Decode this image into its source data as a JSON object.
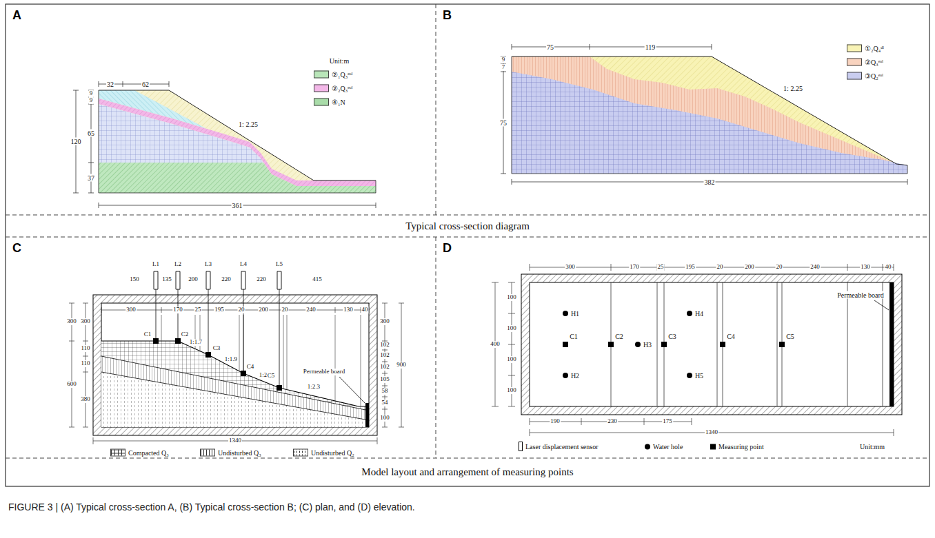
{
  "diagram": {
    "caption": "FIGURE 3 | (A) Typical cross-section A, (B) Typical cross-section B; (C) plan, and (D) elevation.",
    "nodes": [
      {
        "text": [
          "A"
        ]
      },
      {
        "text": [
          "B"
        ]
      },
      {
        "text": [
          "C"
        ]
      },
      {
        "text": [
          "D"
        ]
      }
    ],
    "labels": [
      "Unit:m",
      "32",
      "62",
      "9",
      "9",
      "120",
      "65",
      "37",
      "361",
      "1: 2.25",
      "75",
      "119",
      "9",
      "7",
      "75",
      "382",
      "1: 2.25",
      "L1",
      "L2",
      "L3",
      "L4",
      "L5",
      "150",
      "135",
      "200",
      "220",
      "220",
      "415",
      "300",
      "170",
      "25",
      "195",
      "20",
      "200",
      "20",
      "240",
      "130",
      "40",
      "300",
      "600",
      "300",
      "110",
      "110",
      "380",
      "300",
      "102",
      "102",
      "102",
      "105",
      "58",
      "54",
      "100",
      "900",
      "1:1.7",
      "1:1.9",
      "1:2.0",
      "1:2.3",
      "C1",
      "C2",
      "C3",
      "C4",
      "C5",
      "Permeable board",
      "1340",
      "300",
      "170",
      "25",
      "195",
      "20",
      "200",
      "20",
      "240",
      "130",
      "40",
      "100",
      "100",
      "100",
      "100",
      "400",
      "H1",
      "H2",
      "C1",
      "C2",
      "H3",
      "C3",
      "H4",
      "H5",
      "C4",
      "C5",
      "Permeable board",
      "190",
      "230",
      "175",
      "1340",
      "Unit:mm",
      "Typical cross-section diagram",
      "Model layout and arrangement of measuring points"
    ],
    "legend": [
      {
        "text": "②₁Q₃ᵉᵒˡ",
        "color": "#b9e6b9"
      },
      {
        "text": "②₂Q₃ᵉᵒˡ",
        "color": "#f3b7e8"
      },
      {
        "text": "④₁N",
        "color": "#a9dca9"
      },
      {
        "text": "①₂Q₄ᵈˡ",
        "color": "#f8f3b5"
      },
      {
        "text": "②Q₃ᵉᵒˡ",
        "color": "#f8d3bf"
      },
      {
        "text": "③Q₂ᵉᵒˡ",
        "color": "#c9cdf0"
      },
      {
        "text": "Compacted Q₃"
      },
      {
        "text": "Undisturbed Q₃"
      },
      {
        "text": "Undisturbed Q₂"
      },
      {
        "text": "Laser displacement sensor"
      },
      {
        "text": "Water hole"
      },
      {
        "text": "Measuring point"
      }
    ]
  }
}
